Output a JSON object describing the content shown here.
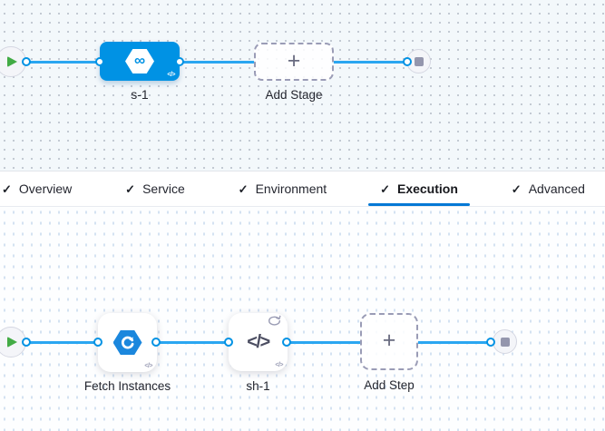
{
  "stage_canvas": {
    "stage": {
      "name": "s-1",
      "type": "deployment-stage",
      "color": "#0092e4"
    },
    "add_stage": {
      "label": "Add Stage"
    }
  },
  "tab_bar": {
    "tabs": [
      {
        "label": "Overview",
        "checked": true,
        "active": false
      },
      {
        "label": "Service",
        "checked": true,
        "active": false
      },
      {
        "label": "Environment",
        "checked": true,
        "active": false
      },
      {
        "label": "Execution",
        "checked": true,
        "active": true
      },
      {
        "label": "Advanced",
        "checked": true,
        "active": false
      }
    ],
    "active_underline_color": "#0278d5"
  },
  "execution_canvas": {
    "steps": [
      {
        "name": "Fetch Instances",
        "type": "fetch-instances"
      },
      {
        "name": "sh-1",
        "type": "shell-script",
        "has_looping_badge": true
      }
    ],
    "add_step": {
      "label": "Add Step"
    }
  },
  "icons": {
    "check": "✓",
    "plus": "+",
    "infinity": "∞",
    "code": "</>"
  },
  "colors": {
    "node_blue": "#0092e4",
    "connector_blue": "#2aa6f1",
    "play_green": "#42ab45",
    "stop_gray": "#9496ad"
  }
}
